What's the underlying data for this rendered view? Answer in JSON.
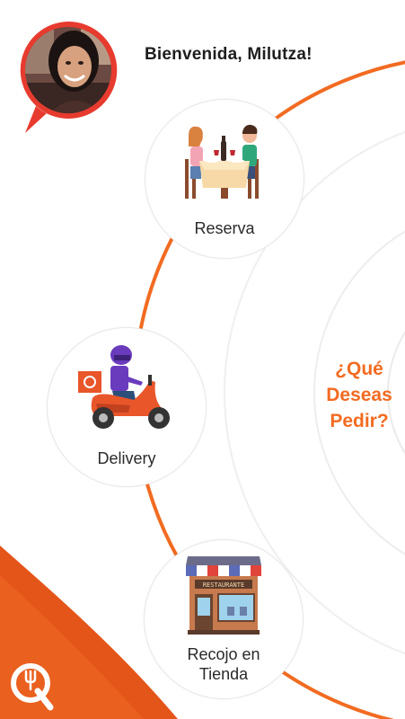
{
  "greeting": {
    "text": "Bienvenida, Milutza!"
  },
  "menu": {
    "reserva_label": "Reserva",
    "delivery_label": "Delivery",
    "recojo_line1": "Recojo en",
    "recojo_line2": "Tienda"
  },
  "storefront_sign": "RESTAURANTE",
  "question": {
    "line1": "¿Qué",
    "line2": "Deseas",
    "line3": "Pedir?"
  },
  "colors": {
    "accent": "#f26b21",
    "accent_dark": "#e4551a",
    "ring": "#ececec",
    "text": "#1e1e1e"
  },
  "icons": {
    "logo": "q-fork-logo-icon",
    "reserva": "couple-dining-icon",
    "delivery": "delivery-scooter-icon",
    "recojo": "storefront-icon"
  }
}
